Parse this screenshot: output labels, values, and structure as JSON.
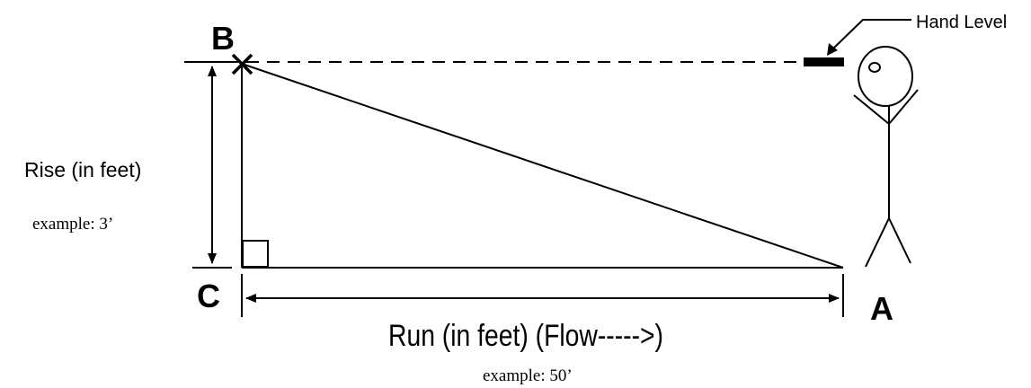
{
  "labels": {
    "point_b": "B",
    "point_c": "C",
    "point_a": "A",
    "hand_level": "Hand Level",
    "rise": "Rise (in feet)",
    "rise_example": "example: 3’",
    "run": "Run (in feet) (Flow----->)",
    "run_example": "example: 50’"
  },
  "colors": {
    "ink": "#000000",
    "background": "#ffffff"
  }
}
